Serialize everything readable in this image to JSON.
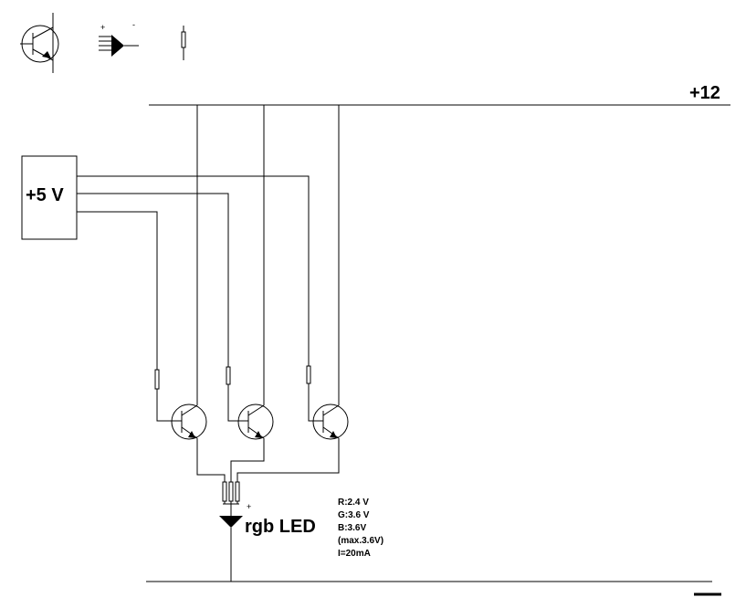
{
  "rail_top_label": "+12",
  "supply_label": "+5 V",
  "legend": {
    "plus": "+",
    "minus": "-"
  },
  "led": {
    "label": "rgb LED",
    "plus": "+",
    "specs": [
      "R:2.4 V",
      "G:3.6 V",
      "B:3.6V",
      "(max.3.6V)",
      "I=20mA"
    ]
  },
  "ground_label": "—"
}
